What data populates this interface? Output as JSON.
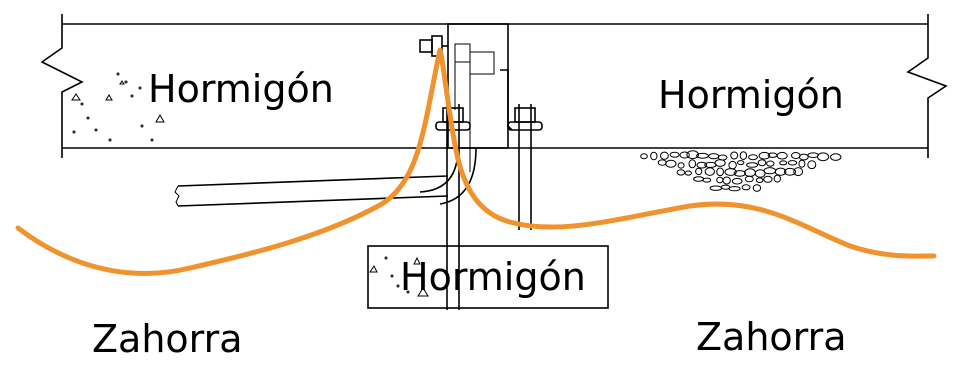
{
  "labels": {
    "concrete_slab_left": "Hormigón",
    "concrete_slab_right": "Hormigón",
    "concrete_footing": "Hormigón",
    "gravel_left": "Zahorra",
    "gravel_right": "Zahorra"
  },
  "colors": {
    "cable": "#f0922e",
    "lines": "#000000",
    "background": "#ffffff"
  }
}
